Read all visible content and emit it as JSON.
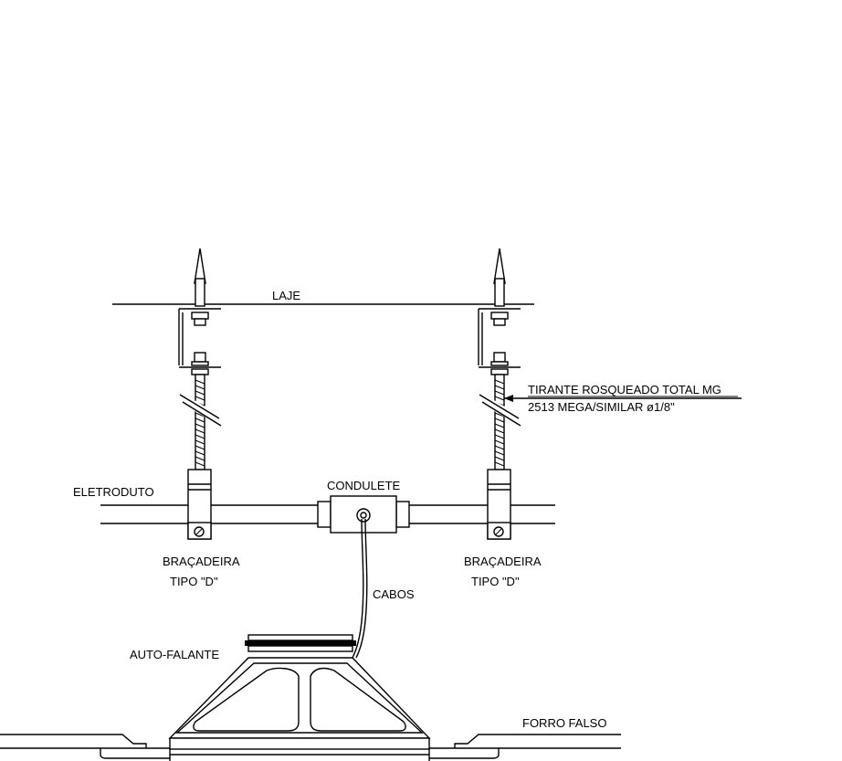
{
  "labels": {
    "laje": "LAJE",
    "tirante_line1": "TIRANTE  ROSQUEADO  TOTAL  MG",
    "tirante_line2": "2513  MEGA/SIMILAR  ø1/8\"",
    "eletroduto": "ELETRODUTO",
    "condulete": "CONDULETE",
    "bracadeira_left_1": "BRAÇADEIRA",
    "bracadeira_left_2": "TIPO  \"D\"",
    "bracadeira_right_1": "BRAÇADEIRA",
    "bracadeira_right_2": "TIPO  \"D\"",
    "cabos": "CABOS",
    "auto_falante": "AUTO-FALANTE",
    "forro_falso": "FORRO  FALSO"
  }
}
